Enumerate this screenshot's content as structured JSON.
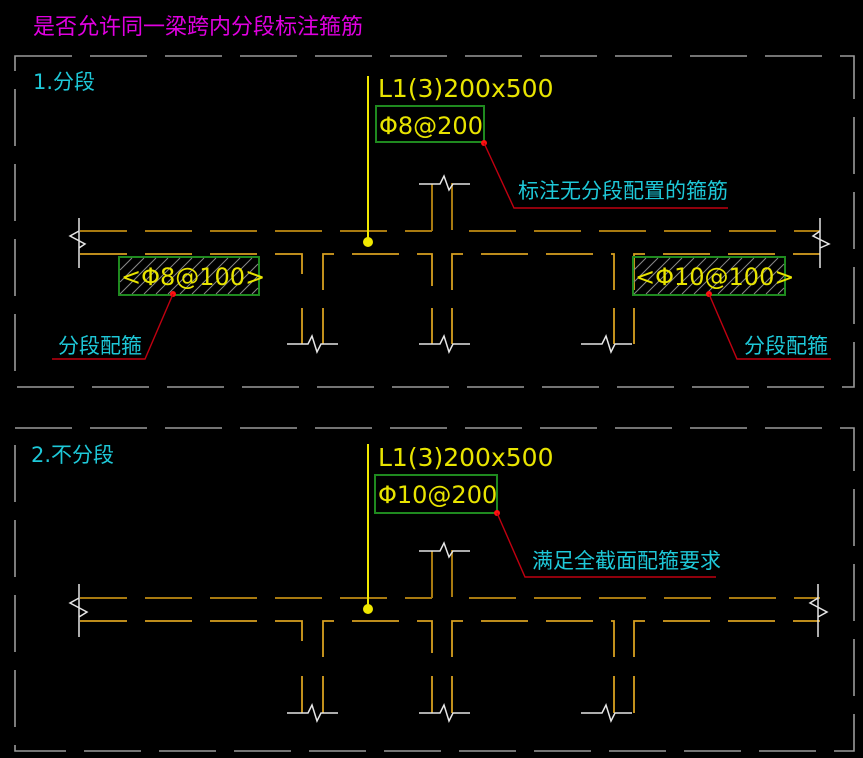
{
  "title": "是否允许同一梁跨内分段标注箍筋",
  "colors": {
    "background": "#000000",
    "title": "#e000e0",
    "section_label": "#1ec8d8",
    "annotation_text": "#e8e400",
    "beam_lines": "#d8a020",
    "frame": "#9a9a9a",
    "leader": "#c00010",
    "tag_box": "#1f8a1f"
  },
  "panels": [
    {
      "label": "1.分段",
      "beam_label": "L1(3)200x500",
      "main_stirrup": "Φ8@200",
      "main_note": "标注无分段配置的箍筋",
      "segments": [
        {
          "tag": "<Φ8@100>",
          "note": "分段配箍"
        },
        {
          "tag": "<Φ10@100>",
          "note": "分段配箍"
        }
      ]
    },
    {
      "label": "2.不分段",
      "beam_label": "L1(3)200x500",
      "main_stirrup": "Φ10@200",
      "main_note": "满足全截面配箍要求"
    }
  ]
}
